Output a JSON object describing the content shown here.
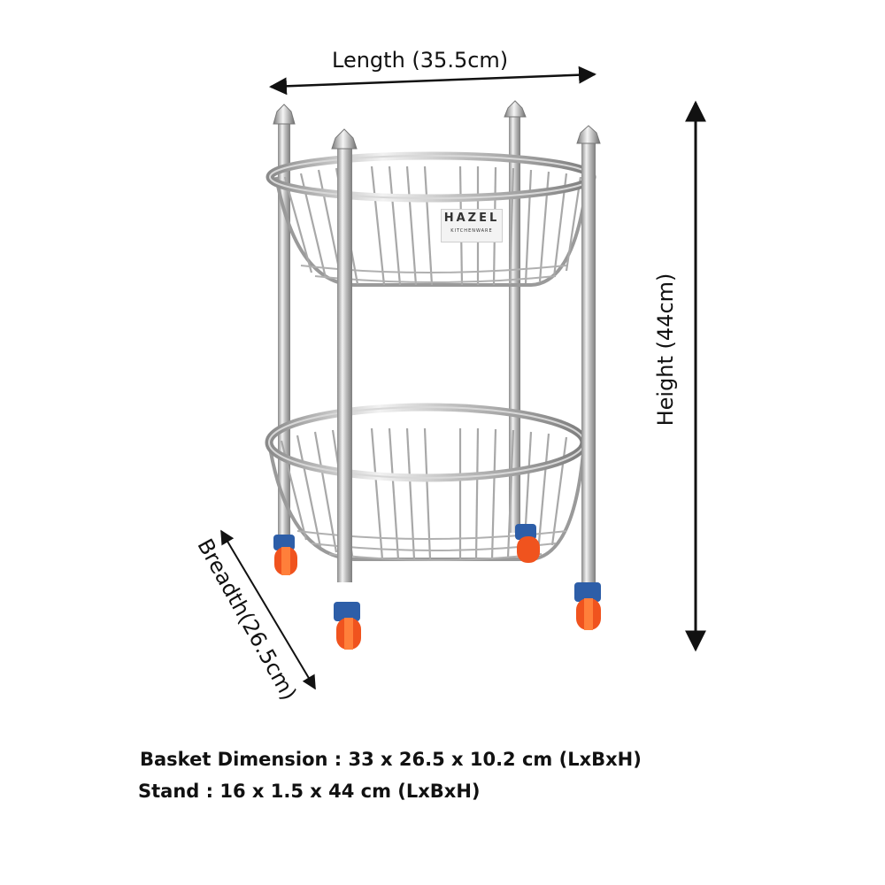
{
  "dimensions": {
    "length_label": "Length (35.5cm)",
    "height_label": "Height (44cm)",
    "breadth_label": "Breadth(26.5cm)"
  },
  "brand": {
    "name": "HAZEL",
    "tagline": "KITCHENWARE"
  },
  "specs": {
    "basket": "Basket Dimension : 33 x 26.5 x 10.2 cm (LxBxH)",
    "stand": "Stand : 16 x 1.5 x 44 cm (LxBxH)"
  },
  "colors": {
    "steel": "#c9c9c9",
    "wheel_orange": "#f0531e",
    "wheel_blue": "#2d5ea8",
    "arrow": "#111111"
  }
}
